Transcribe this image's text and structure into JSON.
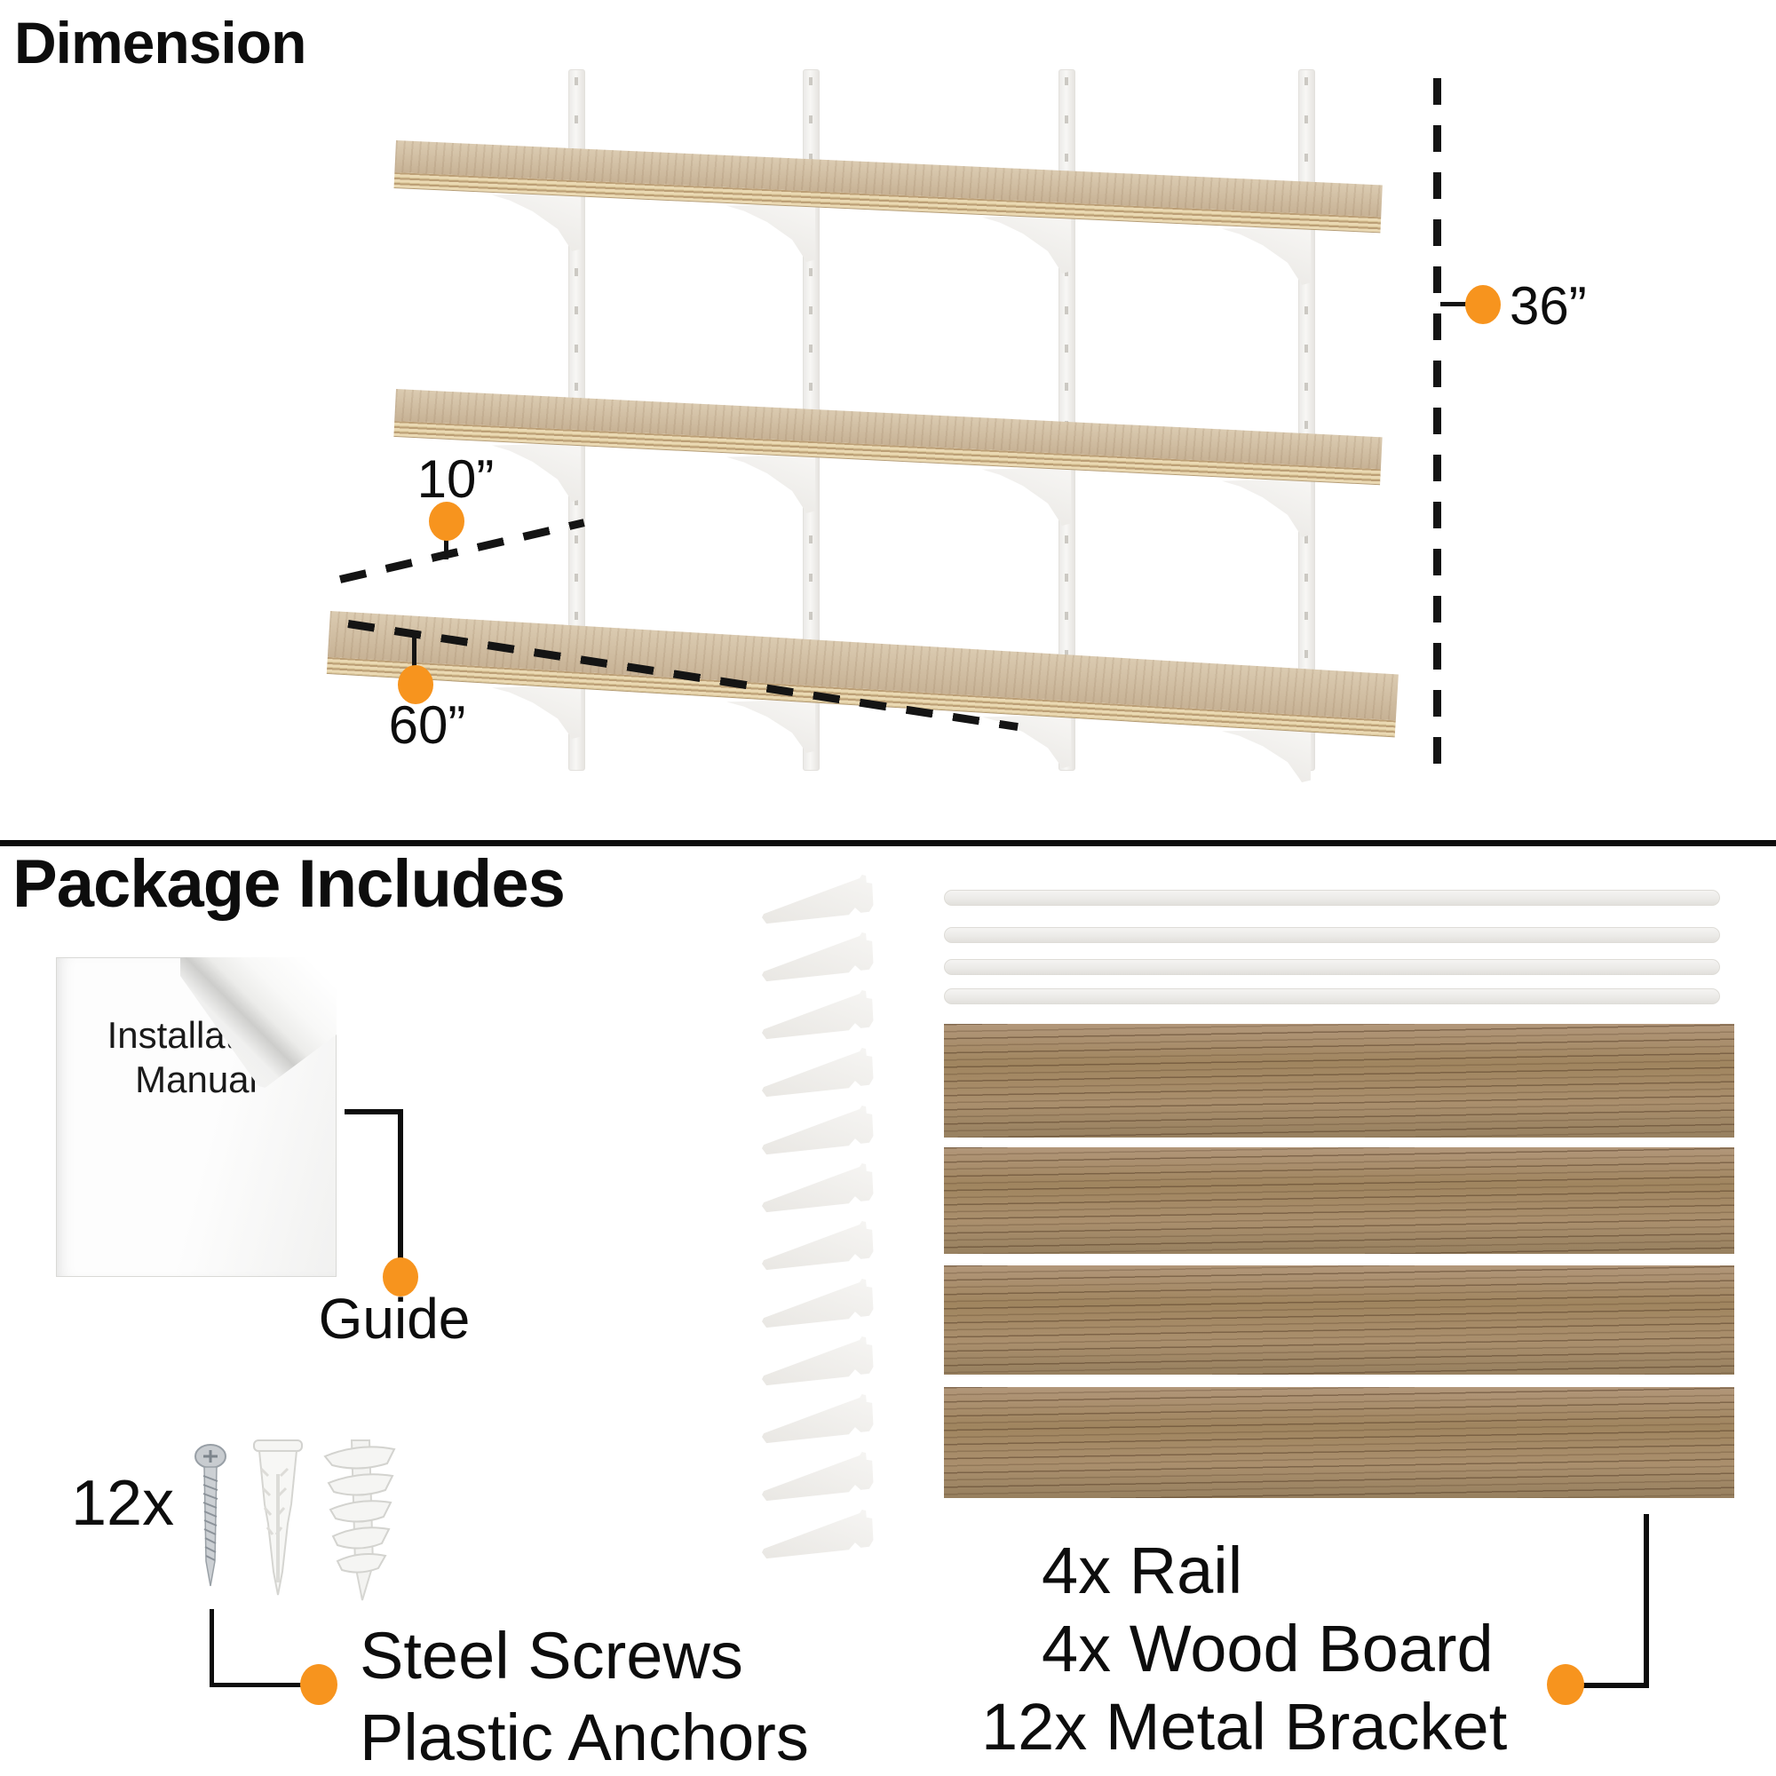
{
  "accent_color": "#f7941e",
  "dimension_section": {
    "title": "Dimension",
    "depth_label": "10”",
    "width_label": "60”",
    "height_label": "36”"
  },
  "package_section": {
    "title": "Package Includes",
    "manual_line1": "Installation",
    "manual_line2": "Manual",
    "guide_label": "Guide",
    "fastener_count": "12x",
    "fastener_line1": "Steel Screws",
    "fastener_line2": "Plastic Anchors",
    "part_rail": "4x Rail",
    "part_board": "4x Wood Board",
    "part_bracket": "12x Metal Bracket"
  }
}
